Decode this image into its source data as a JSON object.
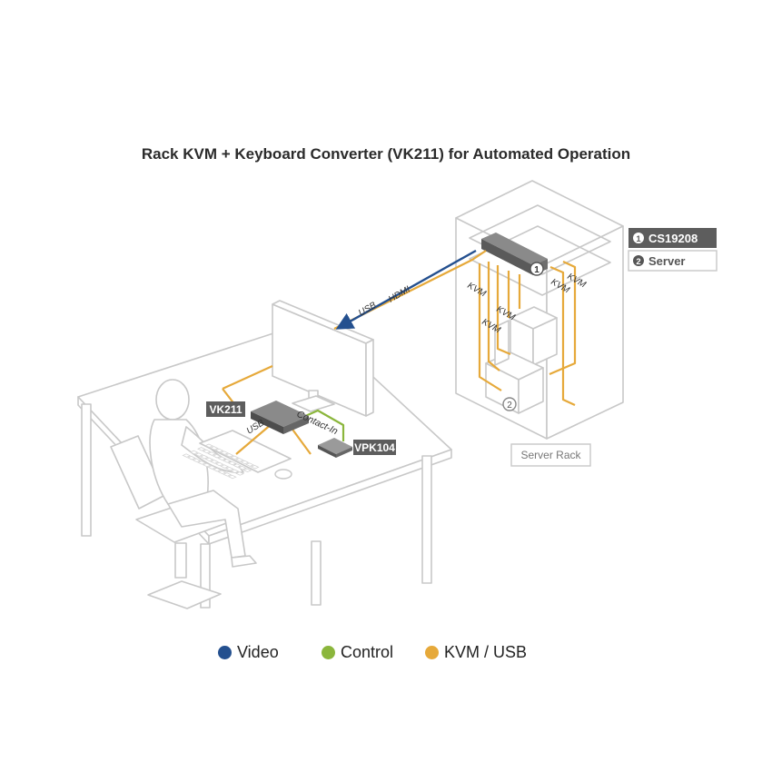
{
  "title": "Rack KVM + Keyboard Converter (VK211) for Automated Operation",
  "callouts": {
    "item1": {
      "num": "1",
      "label": "CS19208"
    },
    "item2": {
      "num": "2",
      "label": "Server"
    }
  },
  "labels": {
    "server_rack": "Server Rack",
    "vk211": "VK211",
    "vpk104": "VPK104",
    "contact_in": "Contact-In",
    "usb_desk": "USB",
    "usb_line": "USB",
    "hdmi_line": "HDMI",
    "kvm_a": "KVM",
    "kvm_b": "KVM",
    "kvm_c": "KVM",
    "kvm_d": "KVM",
    "kvm_e": "KVM",
    "marker1": "1",
    "marker2": "2"
  },
  "legend": [
    {
      "label": "Video",
      "color": "#24508f"
    },
    {
      "label": "Control",
      "color": "#8bb63c"
    },
    {
      "label": "KVM / USB",
      "color": "#e6a93a"
    }
  ],
  "colors": {
    "video": "#24508f",
    "control": "#8bb63c",
    "kvm_usb": "#e6a93a",
    "outline": "#c8c8c8",
    "device_dark": "#5a5a5a"
  }
}
